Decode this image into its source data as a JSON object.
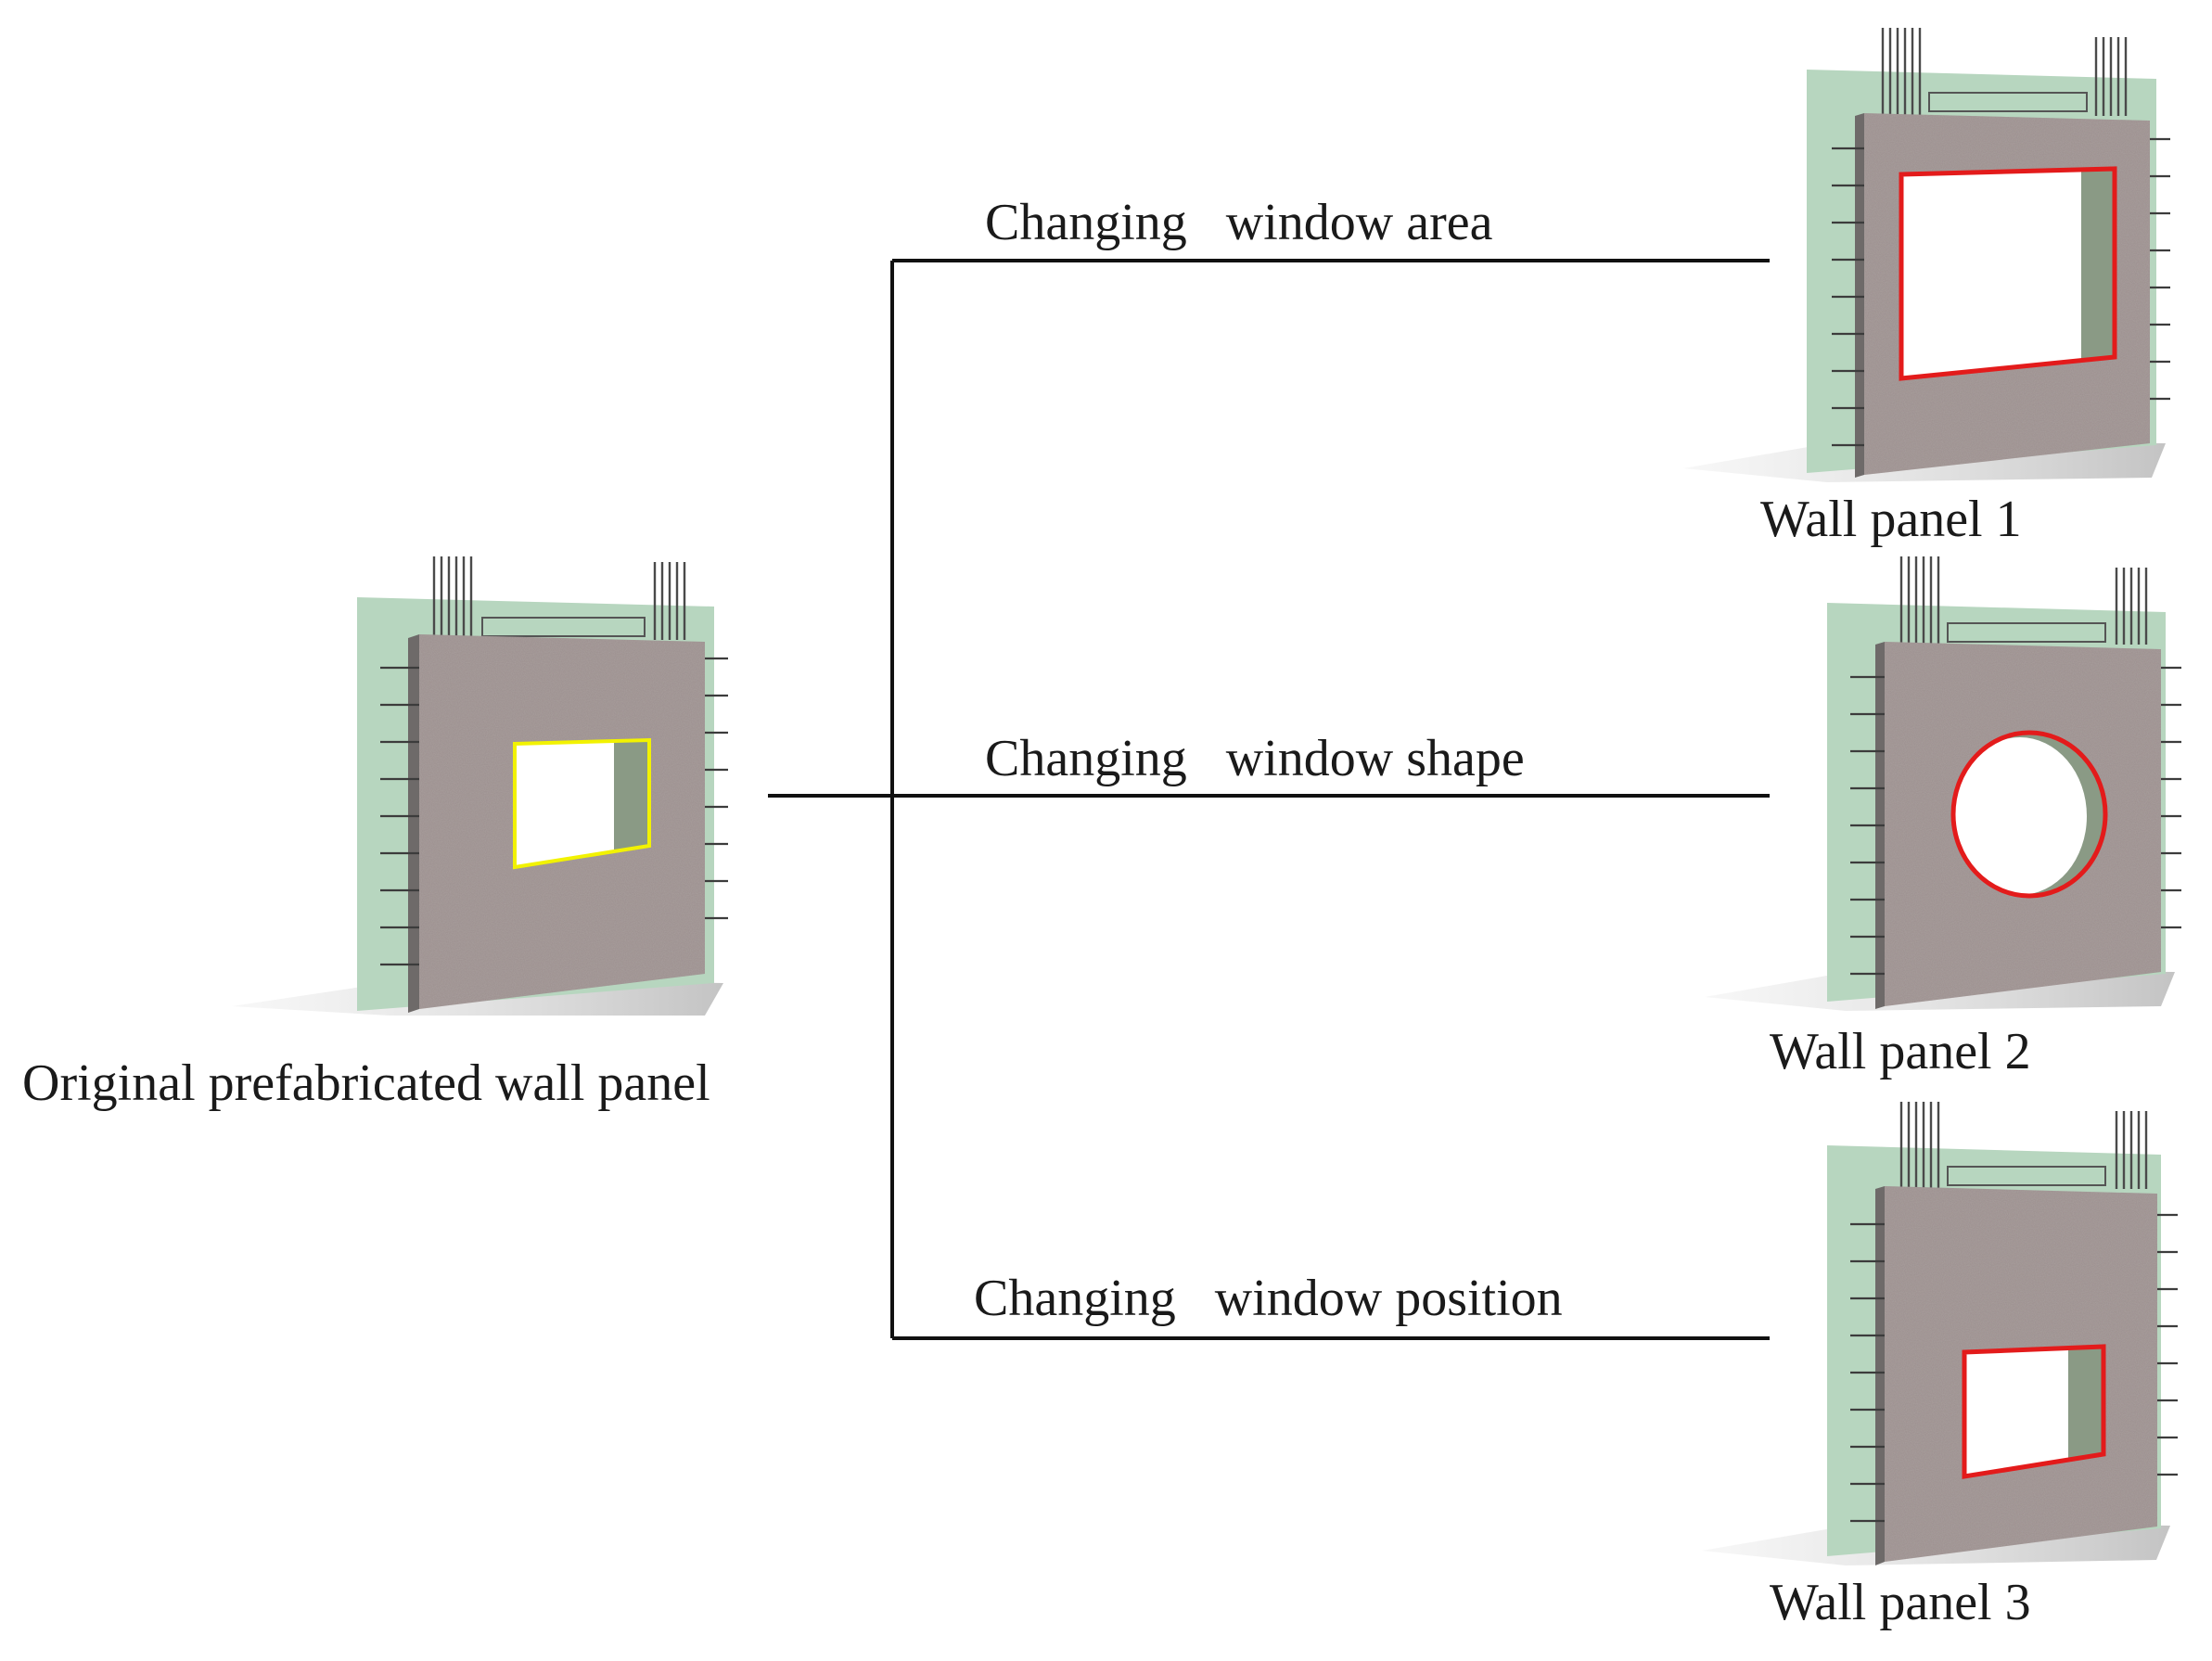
{
  "diagram": {
    "source_label": "Original prefabricated wall panel",
    "branches": [
      {
        "label": "Changing   window area",
        "target": "Wall panel 1"
      },
      {
        "label": "Changing   window shape",
        "target": "Wall panel 2"
      },
      {
        "label": "Changing   window position",
        "target": "Wall panel 3"
      }
    ],
    "panels": {
      "original": {
        "opening_shape": "rectangle",
        "highlight_color": "#f2f200"
      },
      "panel_1": {
        "label": "Wall panel 1",
        "opening_shape": "large-rectangle",
        "highlight_color": "#e31b1b"
      },
      "panel_2": {
        "label": "Wall panel 2",
        "opening_shape": "circle",
        "highlight_color": "#e31b1b"
      },
      "panel_3": {
        "label": "Wall panel 3",
        "opening_shape": "rectangle-lower",
        "highlight_color": "#e31b1b"
      }
    },
    "colors": {
      "concrete": "#9c908f",
      "insulation": "#b7d6bf",
      "connector_line": "#111111"
    }
  }
}
